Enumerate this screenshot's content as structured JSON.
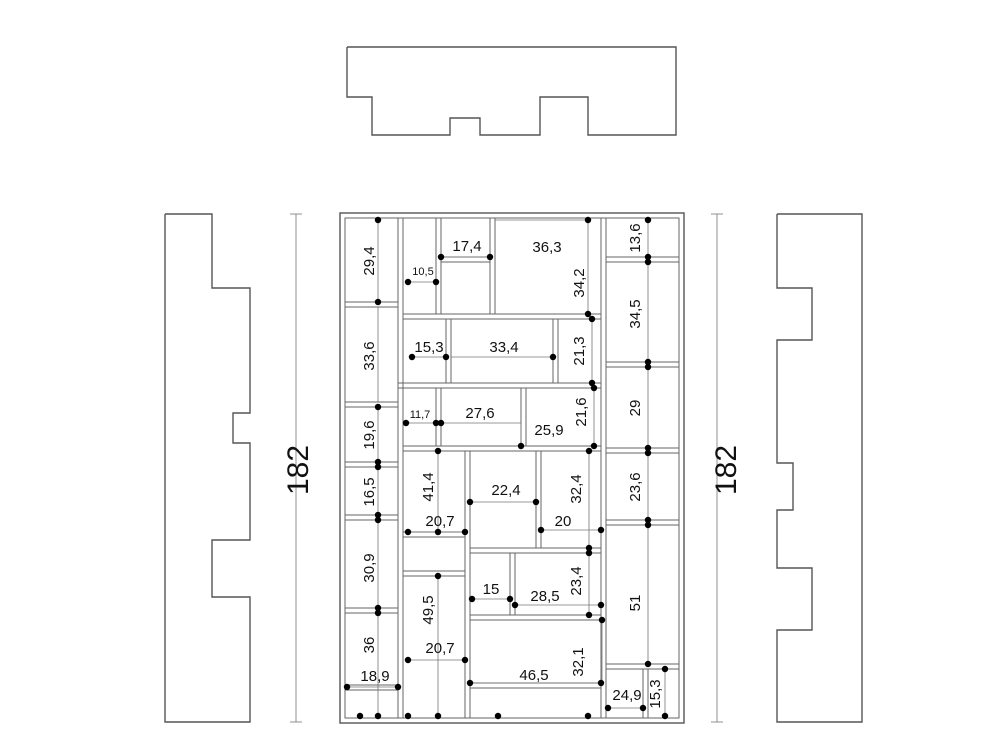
{
  "overall": {
    "height_left": "182",
    "height_right": "182"
  },
  "cells": {
    "c01": "29,4",
    "c02": "33,6",
    "c03": "19,6",
    "c04": "16,5",
    "c05": "30,9",
    "c06": "36",
    "c07": "18,9",
    "c08": "10,5",
    "c09": "17,4",
    "c10": "36,3",
    "c11": "34,2",
    "c12": "13,6",
    "c13": "34,5",
    "c14": "15,3",
    "c15": "33,4",
    "c16": "21,3",
    "c17": "11,7",
    "c18": "27,6",
    "c19": "21,6",
    "c20": "25,9",
    "c21": "29",
    "c22": "41,4",
    "c23": "22,4",
    "c24": "32,4",
    "c25": "20,7",
    "c26": "20",
    "c27": "23,6",
    "c28": "15",
    "c29": "28,5",
    "c30": "23,4",
    "c31": "51",
    "c32": "49,5",
    "c33": "20,7",
    "c34": "46,5",
    "c35": "32,1",
    "c36": "24,9",
    "c37": "15,3"
  }
}
